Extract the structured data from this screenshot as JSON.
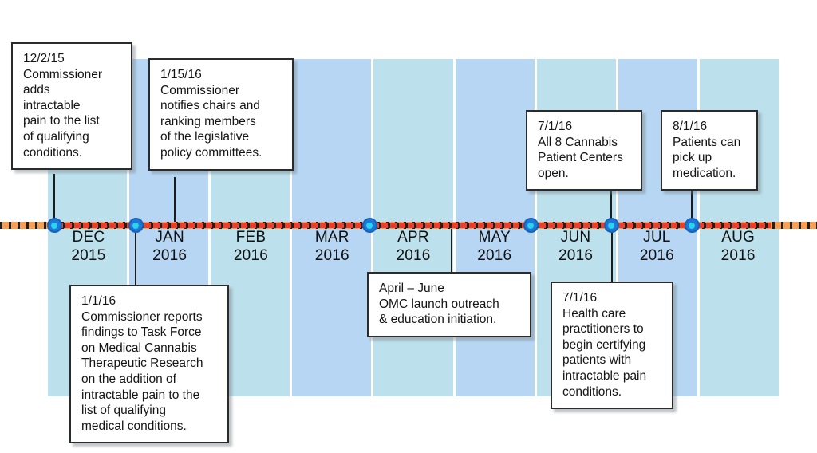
{
  "timeline": {
    "axis": {
      "rule_color_primary": "#e8402c",
      "rule_color_secondary": "#f7a055",
      "node_color": "#1c78d6",
      "node_center_color": "#2ad4ef"
    },
    "band_color_dark": "#b6d6f3",
    "band_color_light": "#bce0ec",
    "months": [
      {
        "month": "DEC",
        "year": "2015",
        "shade": "light"
      },
      {
        "month": "JAN",
        "year": "2016",
        "shade": "dark"
      },
      {
        "month": "FEB",
        "year": "2016",
        "shade": "light"
      },
      {
        "month": "MAR",
        "year": "2016",
        "shade": "dark"
      },
      {
        "month": "APR",
        "year": "2016",
        "shade": "light"
      },
      {
        "month": "MAY",
        "year": "2016",
        "shade": "dark"
      },
      {
        "month": "JUN",
        "year": "2016",
        "shade": "light"
      },
      {
        "month": "JUL",
        "year": "2016",
        "shade": "dark"
      },
      {
        "month": "AUG",
        "year": "2016",
        "shade": "light"
      }
    ]
  },
  "events": [
    {
      "id": "dec-2-2015",
      "date": "12/2/15",
      "text": "Commissioner adds intractable pain to the list of qualifying conditions.",
      "lines": [
        "12/2/15",
        "Commissioner",
        "adds",
        "intractable",
        "pain to the list",
        "of qualifying",
        "conditions."
      ],
      "position": "above"
    },
    {
      "id": "jan-1-2016",
      "date": "1/1/16",
      "text": "Commissioner reports findings to Task Force on Medical Cannabis Therapeutic Research on the addition of intractable pain to the list of qualifying medical conditions.",
      "lines": [
        "1/1/16",
        "Commissioner reports",
        "findings to Task Force",
        "on Medical Cannabis",
        "Therapeutic Research",
        "on the addition of",
        "intractable pain to the",
        "list of qualifying",
        "medical conditions."
      ],
      "position": "below"
    },
    {
      "id": "jan-15-2016",
      "date": "1/15/16",
      "text": "Commissioner notifies chairs and ranking members of the legislative policy committees.",
      "lines": [
        "1/15/16",
        "Commissioner",
        "notifies chairs and",
        "ranking members",
        "of the legislative",
        "policy committees."
      ],
      "position": "above"
    },
    {
      "id": "apr-jun-2016",
      "date": "April – June",
      "text": "OMC launch outreach & education initiation.",
      "lines": [
        "April – June",
        "OMC launch outreach",
        "& education initiation."
      ],
      "position": "below"
    },
    {
      "id": "jul-1-2016-centers",
      "date": "7/1/16",
      "text": "All 8 Cannabis Patient Centers open.",
      "lines": [
        "7/1/16",
        "All 8 Cannabis",
        "Patient Centers",
        "open."
      ],
      "position": "above"
    },
    {
      "id": "jul-1-2016-practitioners",
      "date": "7/1/16",
      "text": "Health care practitioners to begin certifying patients with intractable pain conditions.",
      "lines": [
        "7/1/16",
        "Health care",
        "practitioners to",
        "begin certifying",
        "patients with",
        "intractable pain",
        "conditions."
      ],
      "position": "below"
    },
    {
      "id": "aug-1-2016",
      "date": "8/1/16",
      "text": "Patients can pick up medication.",
      "lines": [
        "8/1/16",
        "Patients can",
        "pick up",
        "medication."
      ],
      "position": "above"
    }
  ]
}
